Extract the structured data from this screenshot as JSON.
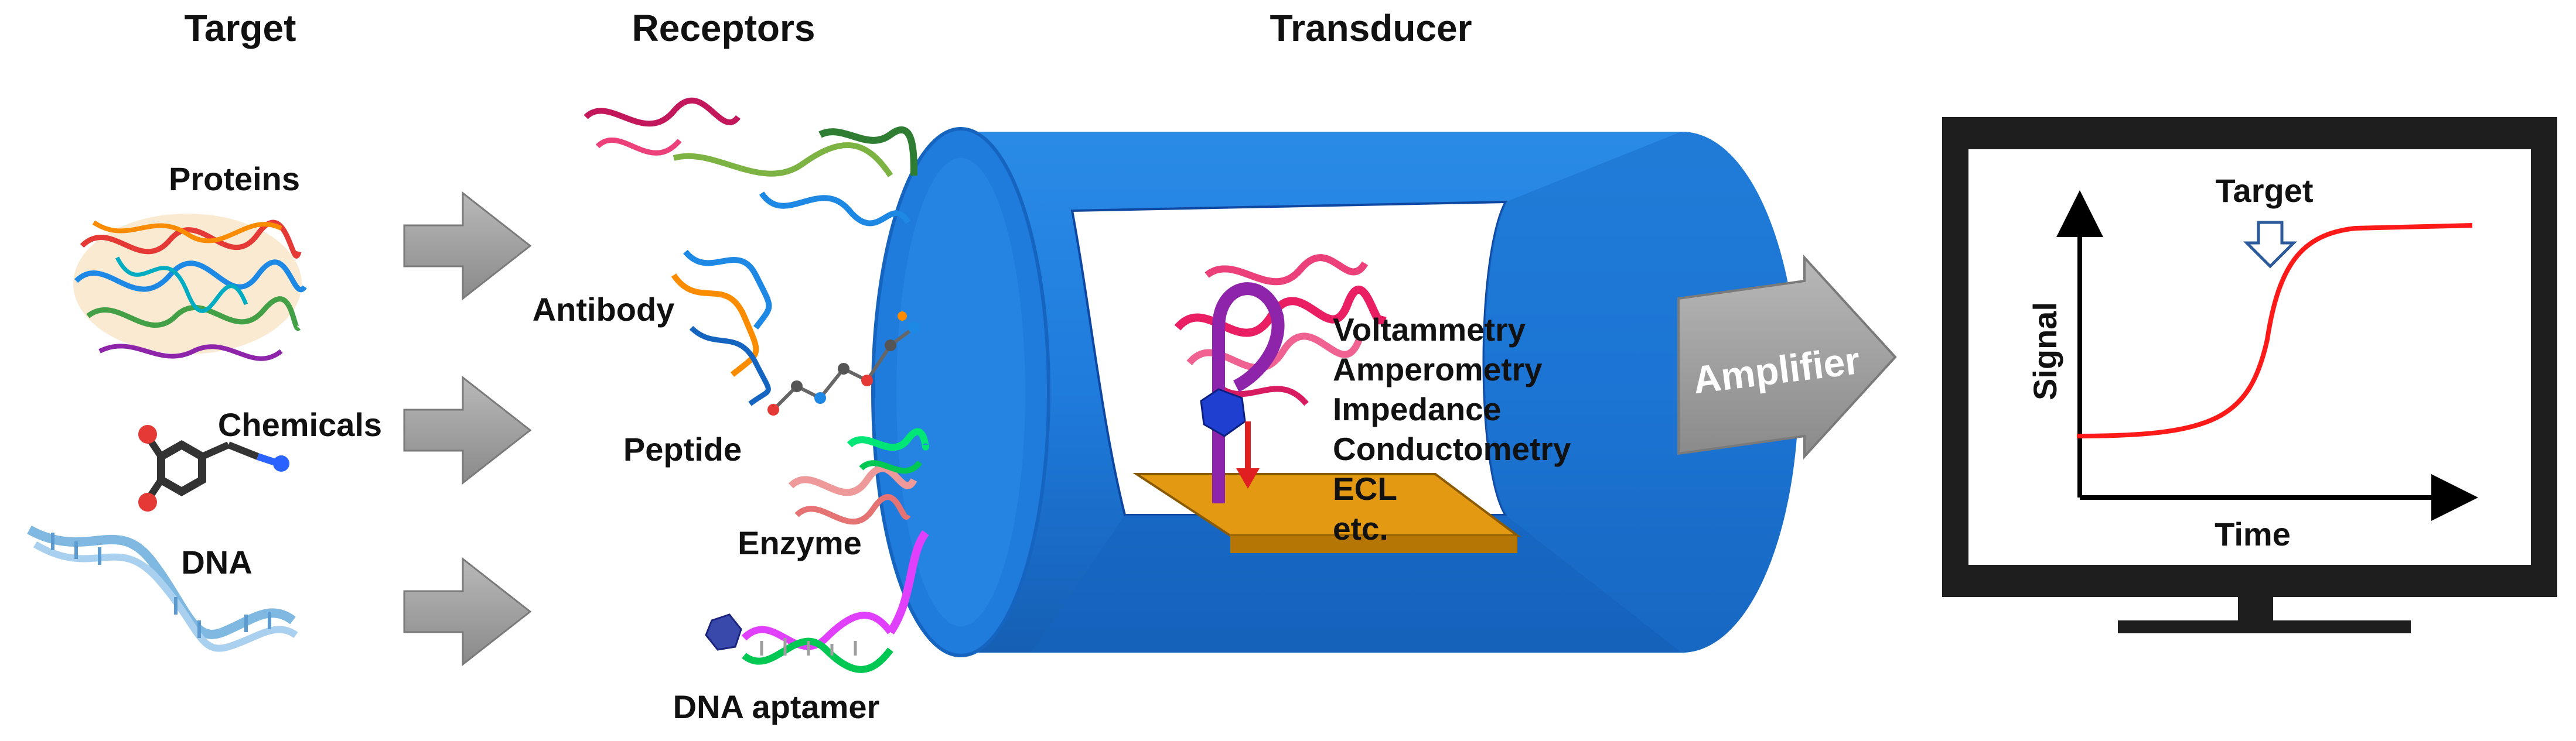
{
  "headers": {
    "target": "Target",
    "receptors": "Receptors",
    "transducer": "Transducer"
  },
  "targets": {
    "proteins": "Proteins",
    "chemicals": "Chemicals",
    "dna": "DNA"
  },
  "receptors": {
    "antibody": "Antibody",
    "peptide": "Peptide",
    "enzyme": "Enzyme",
    "aptamer": "DNA aptamer"
  },
  "methods": [
    "Voltammetry",
    "Amperometry",
    "Impedance",
    "Conductometry",
    "ECL",
    "etc."
  ],
  "amplifier": "Amplifier",
  "monitor": {
    "target_label": "Target",
    "ylabel": "Signal",
    "xlabel": "Time"
  },
  "colors": {
    "cylinder": "#1f7bdc",
    "cylinder_dark": "#1565c0",
    "arrow": "#9e9e9e",
    "plate": "#e39a12",
    "curve": "#ff1a1a",
    "monitor_frame": "#1e1e1e"
  }
}
